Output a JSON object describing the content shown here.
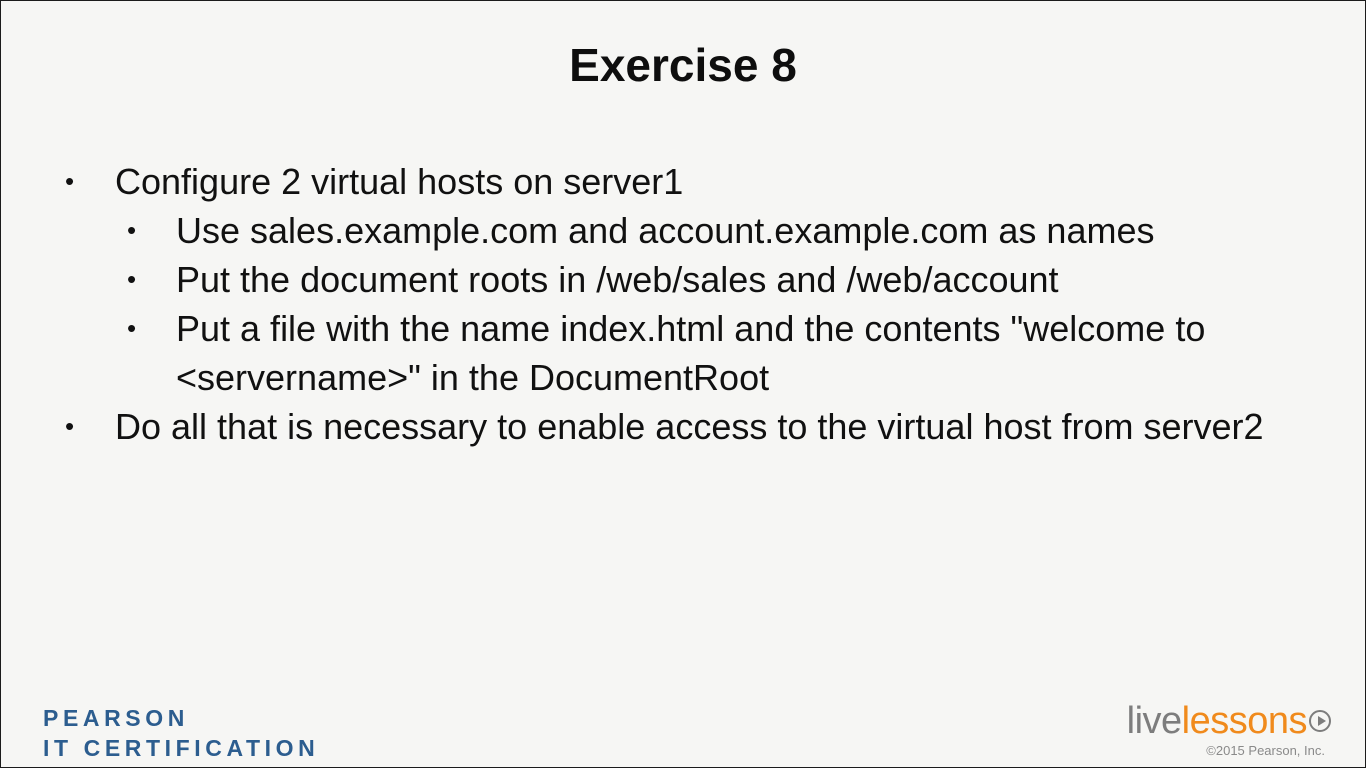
{
  "slide": {
    "title": "Exercise 8",
    "bullets": [
      {
        "level": 1,
        "text": "Configure 2 virtual hosts on server1"
      },
      {
        "level": 2,
        "text": "Use sales.example.com and account.example.com as names"
      },
      {
        "level": 2,
        "text": "Put the document roots in /web/sales and /web/account"
      },
      {
        "level": 2,
        "text": "Put a file with the name index.html and the contents \"welcome to <servername>\" in the DocumentRoot"
      },
      {
        "level": 1,
        "text": "Do all that is necessary to enable access to the virtual host from server2"
      }
    ],
    "bullet_char": "•"
  },
  "branding": {
    "pearson_line1": "PEARSON",
    "pearson_line2": "IT CERTIFICATION",
    "livelessons_part1": "live",
    "livelessons_part2": "lessons",
    "livelessons_icon": "play-icon",
    "copyright": "©2015 Pearson, Inc."
  },
  "colors": {
    "background": "#f6f6f4",
    "pearson_blue": "#2c5d8f",
    "livelessons_gray": "#7d7d7d",
    "livelessons_orange": "#f08a1c"
  }
}
